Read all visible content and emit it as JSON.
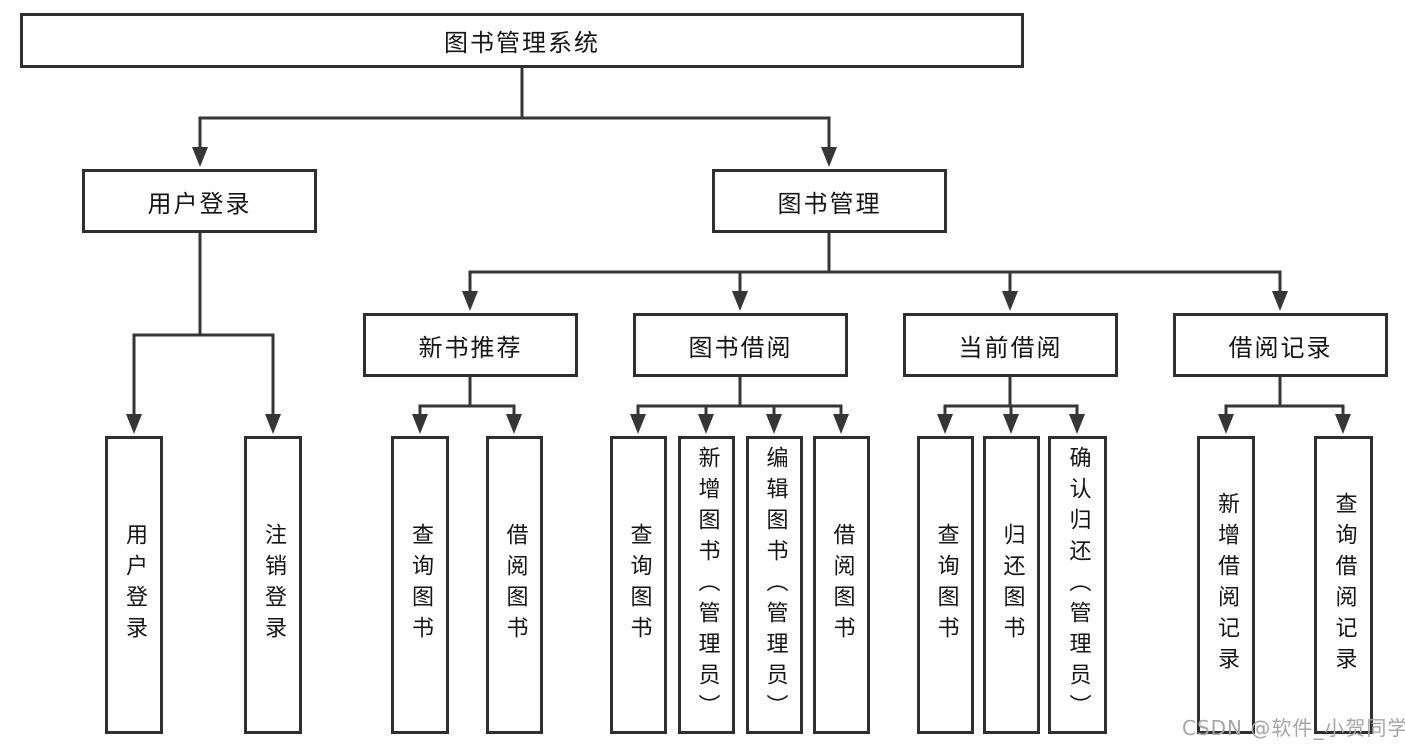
{
  "diagram_title": "图书管理系统",
  "tree": {
    "root": {
      "label": "图书管理系统"
    },
    "children": [
      {
        "label": "用户登录",
        "children": [
          {
            "label": "用户登录"
          },
          {
            "label": "注销登录"
          }
        ]
      },
      {
        "label": "图书管理",
        "children": [
          {
            "label": "新书推荐",
            "children": [
              {
                "label": "查询图书"
              },
              {
                "label": "借阅图书"
              }
            ]
          },
          {
            "label": "图书借阅",
            "children": [
              {
                "label": "查询图书"
              },
              {
                "label": "新增图书（管理员）"
              },
              {
                "label": "编辑图书（管理员）"
              },
              {
                "label": "借阅图书"
              }
            ]
          },
          {
            "label": "当前借阅",
            "children": [
              {
                "label": "查询图书"
              },
              {
                "label": "归还图书"
              },
              {
                "label": "确认归还（管理员）"
              }
            ]
          },
          {
            "label": "借阅记录",
            "children": [
              {
                "label": "新增借阅记录"
              },
              {
                "label": "查询借阅记录"
              }
            ]
          }
        ]
      }
    ]
  },
  "watermark": {
    "text": "CSDN @软件_小贺同学"
  },
  "colors": {
    "box_border": "#2f2f2f",
    "connector_line": "#363636",
    "text": "#151515",
    "watermark_text": "#a6a6a6",
    "background": "#ffffff"
  }
}
